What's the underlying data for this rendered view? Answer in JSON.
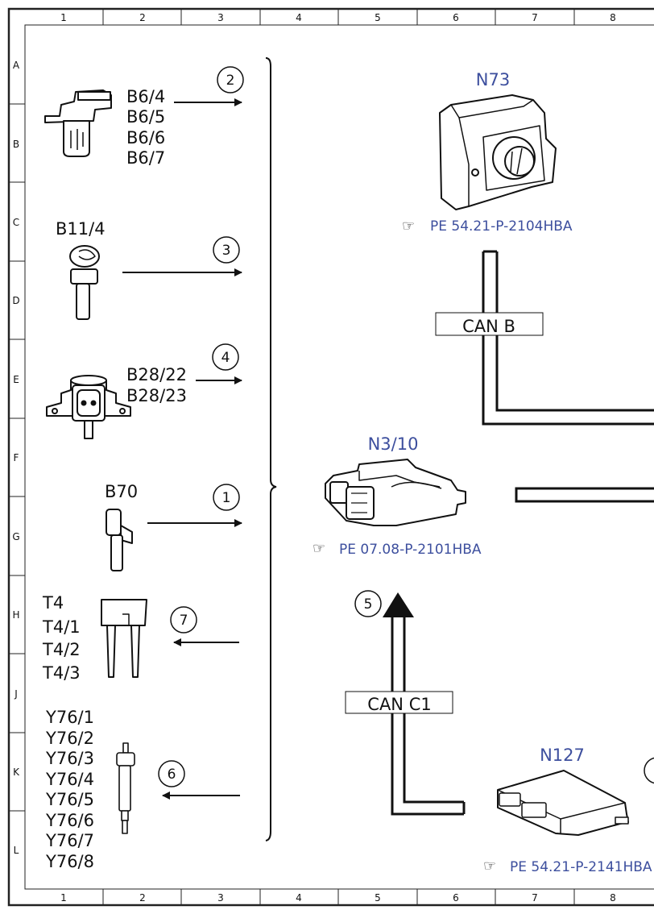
{
  "grid": {
    "columns": [
      "1",
      "2",
      "3",
      "4",
      "5",
      "6",
      "7",
      "8"
    ],
    "rows": [
      "A",
      "B",
      "C",
      "D",
      "E",
      "F",
      "G",
      "H",
      "J",
      "K",
      "L"
    ]
  },
  "components": {
    "b6": {
      "labels": [
        "B6/4",
        "B6/5",
        "B6/6",
        "B6/7"
      ],
      "connection": "2"
    },
    "b11": {
      "label": "B11/4",
      "connection": "3"
    },
    "b28": {
      "labels": [
        "B28/22",
        "B28/23"
      ],
      "connection": "4"
    },
    "b70": {
      "label": "B70",
      "connection": "1"
    },
    "t4": {
      "labels": [
        "T4",
        "T4/1",
        "T4/2",
        "T4/3"
      ],
      "connection": "7"
    },
    "y76": {
      "labels": [
        "Y76/1",
        "Y76/2",
        "Y76/3",
        "Y76/4",
        "Y76/5",
        "Y76/6",
        "Y76/7",
        "Y76/8"
      ],
      "connection": "6"
    }
  },
  "modules": {
    "n73": {
      "label": "N73",
      "reference": "PE 54.21-P-2104HBA"
    },
    "n3_10": {
      "label": "N3/10",
      "reference": "PE 07.08-P-2101HBA"
    },
    "n127": {
      "label": "N127",
      "reference": "PE 54.21-P-2141HBA"
    }
  },
  "buses": {
    "can_b": "CAN B",
    "can_c1": {
      "label": "CAN C1",
      "connection": "5"
    }
  }
}
